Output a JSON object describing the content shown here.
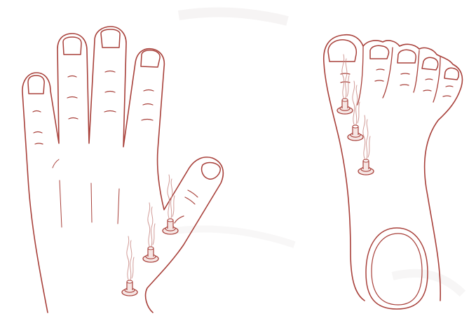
{
  "colors": {
    "outline": "#a8403a",
    "smoke": "#c98a86",
    "moxa_fill": "#f6e6e4",
    "background": "#ffffff",
    "paper_texture": "#f4f2f2"
  },
  "figures": [
    {
      "id": "hand",
      "icon": "hand-outline-icon",
      "moxa_cones": 3
    },
    {
      "id": "foot",
      "icon": "foot-sole-outline-icon",
      "moxa_cones": 3
    }
  ]
}
